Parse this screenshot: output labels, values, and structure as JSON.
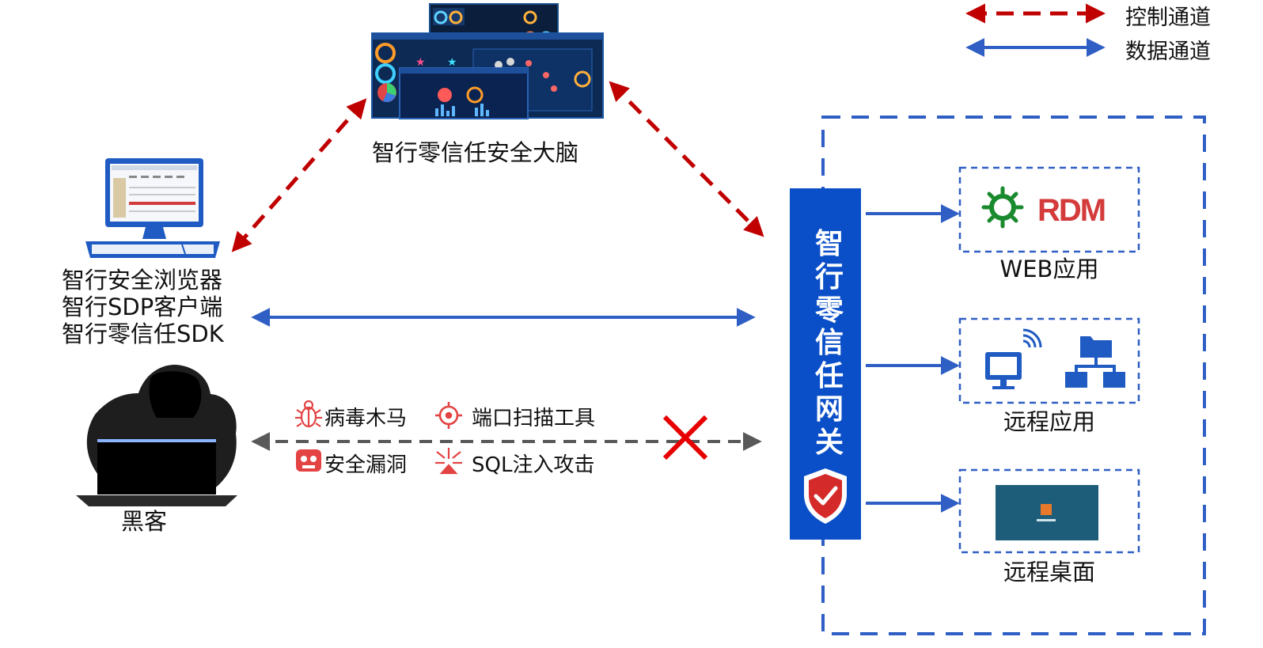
{
  "legend": {
    "control_label": "控制通道",
    "data_label": "数据通道",
    "control_color": "#c00000",
    "data_color": "#2f5fc4"
  },
  "brain": {
    "label": "智行零信任安全大脑"
  },
  "client": {
    "lines": [
      "智行安全浏览器",
      "智行SDP客户端",
      "智行零信任SDK"
    ]
  },
  "hacker": {
    "label": "黑客"
  },
  "threats": [
    {
      "label": "病毒木马",
      "icon": "bug-icon"
    },
    {
      "label": "端口扫描工具",
      "icon": "crosshair-icon"
    },
    {
      "label": "安全漏洞",
      "icon": "skull-icon"
    },
    {
      "label": "SQL注入攻击",
      "icon": "injection-icon"
    }
  ],
  "gateway": {
    "label": "智行零信任网关",
    "color": "#0a4fc8"
  },
  "resources": [
    {
      "label": "WEB应用",
      "logo_text": "RDM"
    },
    {
      "label": "远程应用"
    },
    {
      "label": "远程桌面"
    }
  ]
}
